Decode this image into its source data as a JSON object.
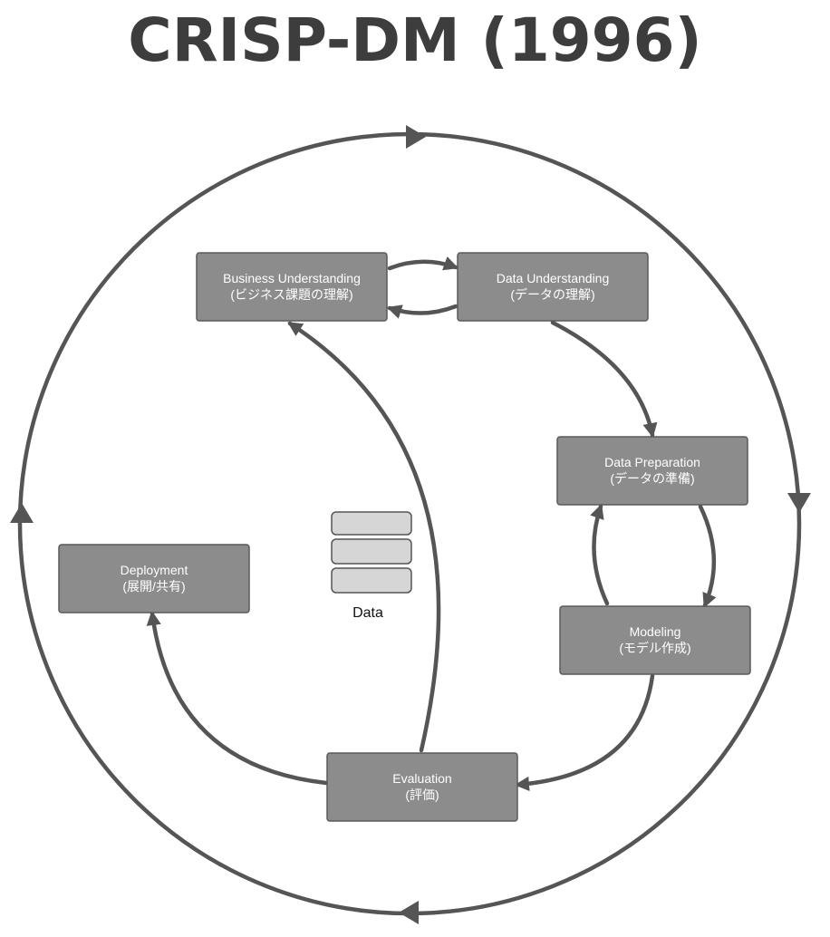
{
  "title": "CRISP-DM (1996)",
  "phases": {
    "business": {
      "line1": "Business Understanding",
      "line2": "(ビジネス課題の理解)"
    },
    "data_understanding": {
      "line1": "Data Understanding",
      "line2": "(データの理解)"
    },
    "data_preparation": {
      "line1": "Data Preparation",
      "line2": "(データの準備)"
    },
    "modeling": {
      "line1": "Modeling",
      "line2": "(モデル作成)"
    },
    "evaluation": {
      "line1": "Evaluation",
      "line2": "(評価)"
    },
    "deployment": {
      "line1": "Deployment",
      "line2": "(展開/共有)"
    }
  },
  "data_store": {
    "label": "Data"
  }
}
